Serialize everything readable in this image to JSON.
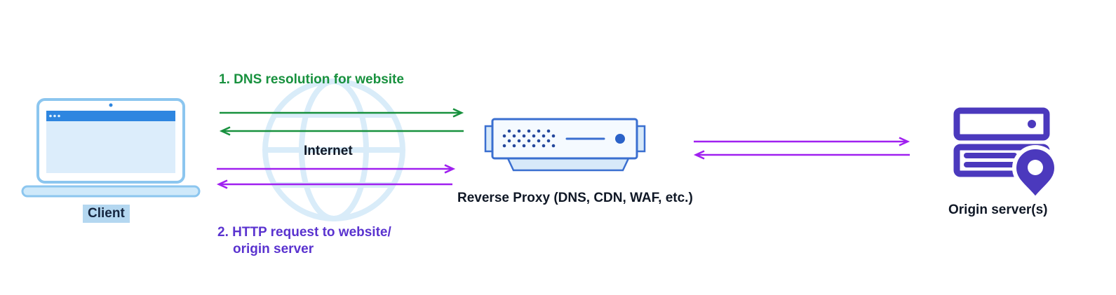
{
  "labels": {
    "step1": "1. DNS resolution for website",
    "step2_line1": "2. HTTP request to website/",
    "step2_line2": "origin server",
    "internet": "Internet",
    "client": "Client",
    "reverse_proxy": "Reverse Proxy (DNS, CDN, WAF, etc.)",
    "origin": "Origin server(s)"
  },
  "colors": {
    "green": "#18913e",
    "purple_arrow": "#a020f0",
    "purple_text": "#5a33cf",
    "laptop_border": "#8cc6ef",
    "laptop_bar": "#2e86e0",
    "laptop_screen": "#dcedfb",
    "laptop_base": "#cfe9fa",
    "proxy_border": "#3a6fd0",
    "proxy_fill": "#f5faff",
    "proxy_dots": "#24479c",
    "proxy_base": "#d7e9f9",
    "proxy_circle": "#2b62c8",
    "origin_purple": "#4b39bd",
    "globe_blue": "#d9ecf9",
    "client_highlight": "#b4d7f0",
    "heading_text": "#101826"
  },
  "icons": {
    "client": "laptop-icon",
    "network": "globe-icon",
    "proxy": "server-appliance-icon",
    "origin": "server-stack-icon",
    "origin_marker": "location-pin-icon"
  }
}
